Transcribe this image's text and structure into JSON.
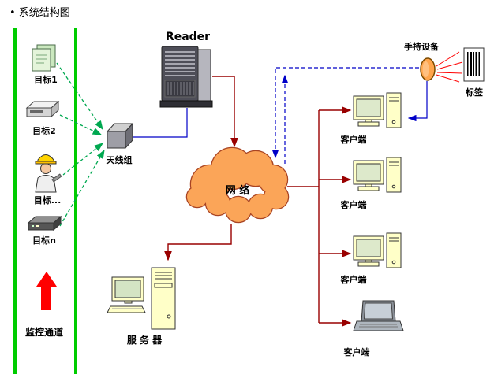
{
  "title": "• 系统结构图",
  "channel": {
    "label": "监控通道",
    "targets": [
      {
        "label": "目标1"
      },
      {
        "label": "目标2"
      },
      {
        "label": "目标..."
      },
      {
        "label": "目标n"
      }
    ]
  },
  "nodes": {
    "reader": "Reader",
    "antenna": "天线组",
    "network": "网  络",
    "handheld": "手持设备",
    "tag": "标签",
    "server": "服 务 器",
    "clients": [
      "客户端",
      "客户端",
      "客户端",
      "客户端"
    ]
  },
  "colors": {
    "channel_green": "#00CC00",
    "link_green": "#00A850",
    "link_red": "#990000",
    "link_blue": "#0000C8",
    "cloud_fill": "#FBA558",
    "cloud_stroke": "#A94423",
    "arrow_red": "#FF0000",
    "ray_red": "#FF0000"
  }
}
